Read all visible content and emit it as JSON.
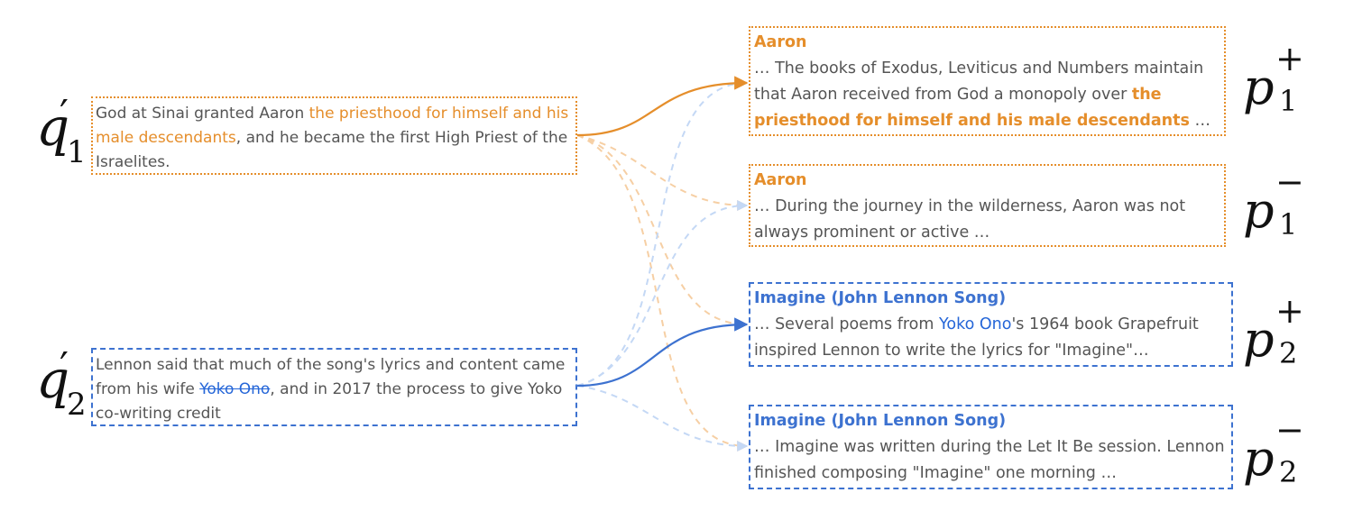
{
  "queries": [
    {
      "label_base": "q",
      "label_prime": "′",
      "label_sub": "1",
      "text_before": "God at Sinai granted Aaron ",
      "highlight": "the priesthood for himself and his male descendants",
      "text_after": ", and he became the first High Priest of the Israelites."
    },
    {
      "label_base": "q",
      "label_prime": "′",
      "label_sub": "2",
      "text_before": "Lennon said that much of the song's lyrics and content came from his wife ",
      "strike": "Yoko Ono",
      "text_after": ", and in 2017 the process to give Yoko co-writing credit"
    }
  ],
  "passages": [
    {
      "label_base": "p",
      "label_sub": "1",
      "label_sup": "+",
      "title": "Aaron",
      "text_before": "… The books of Exodus, Leviticus and Numbers maintain that Aaron received from God a monopoly over ",
      "highlight": "the priesthood for himself and his male descendants",
      "text_after": " …"
    },
    {
      "label_base": "p",
      "label_sub": "1",
      "label_sup": "−",
      "title": "Aaron",
      "text": "… During the journey in the wilderness, Aaron was not always prominent or active …"
    },
    {
      "label_base": "p",
      "label_sub": "2",
      "label_sup": "+",
      "title": "Imagine (John Lennon Song)",
      "text_before": "… Several poems from ",
      "highlight": "Yoko Ono",
      "text_after": "'s 1964 book Grapefruit inspired Lennon to write the lyrics for \"Imagine\"…"
    },
    {
      "label_base": "p",
      "label_sub": "2",
      "label_sup": "−",
      "title": "Imagine (John Lennon Song)",
      "text": "… Imagine was written during the Let It Be session. Lennon finished composing \"Imagine\" one morning …"
    }
  ],
  "colors": {
    "orange": "#e58e2b",
    "blue": "#3d72d0",
    "orange_faint": "#f6cfa4",
    "blue_faint": "#c4d8f5",
    "text": "#555555"
  }
}
